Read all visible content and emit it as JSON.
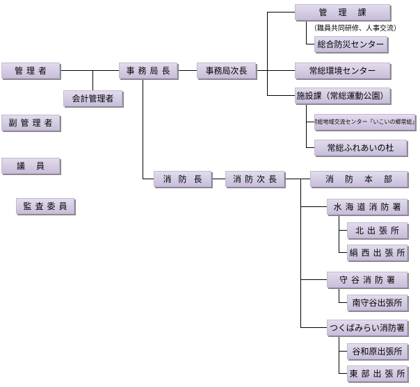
{
  "nodes": {
    "kanrisha": "管理者",
    "kaikei_kanrisha": "会計管理者",
    "fuku_kanrisha": "副管理者",
    "giin": "議員",
    "kansa_iin": "監査委員",
    "jimukyokucho": "事務局長",
    "jimukyoku_jicho": "事務局次長",
    "kanrika": "管理課",
    "kanrika_note": "（職員共同研修、人事交流）",
    "sogo_bosai": "総合防災センター",
    "joso_kankyo": "常総環境センター",
    "shisetsuka": "施設課（常総運動公園）",
    "joso_chiiki_koryu": "常総地域交流センター「いこいの郷常総」",
    "joso_fureai": "常総ふれあいの杜",
    "shobocho": "消防長",
    "shobo_jicho": "消防次長",
    "shobo_honbu": "消防本部",
    "mitsukaido": "水海道消防署",
    "kita_shuchosho": "北出張所",
    "kinunishi_shuchosho": "絹西出張所",
    "moriya": "守谷消防署",
    "minami_moriya": "南守谷出張所",
    "tsukubamirai": "つくばみらい消防署",
    "yawara": "谷和原出張所",
    "tobu": "東部出張所"
  }
}
